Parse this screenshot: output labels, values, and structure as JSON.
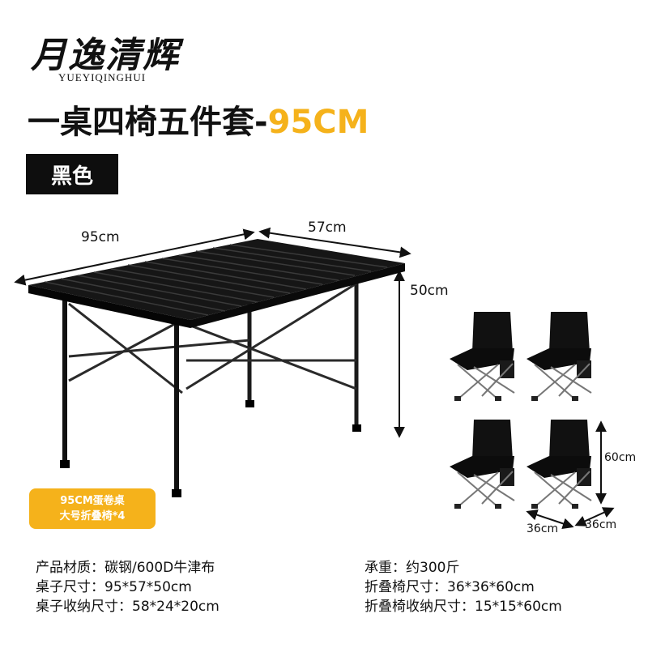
{
  "brand": {
    "name": "月逸清辉",
    "latin": "YUEYIQINGHUI"
  },
  "title": {
    "main": "一桌四椅五件套-",
    "size": "95CM"
  },
  "color_tag": "黑色",
  "table_dims": {
    "length": "95cm",
    "width": "57cm",
    "height": "50cm"
  },
  "chair_dims": {
    "height": "60cm",
    "width": "36cm",
    "depth": "36cm"
  },
  "badge": {
    "line1": "95CM蛋卷桌",
    "line2": "大号折叠椅*4"
  },
  "specs": {
    "left": [
      "产品材质：碳钢/600D牛津布",
      "桌子尺寸：95*57*50cm",
      "桌子收纳尺寸：58*24*20cm"
    ],
    "right": [
      "承重：约300斤",
      "折叠椅尺寸：36*36*60cm",
      "折叠椅收纳尺寸：15*15*60cm"
    ]
  },
  "colors": {
    "accent": "#f5b21b",
    "product": "#111111"
  }
}
